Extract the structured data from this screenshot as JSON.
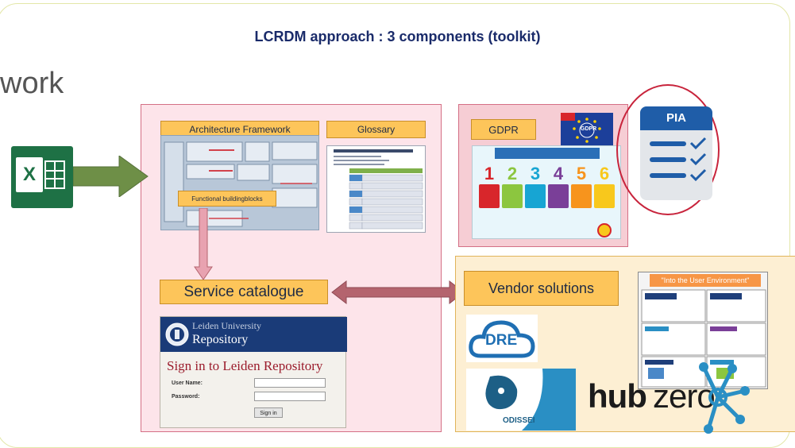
{
  "title": "LCRDM approach : 3 components (toolkit)",
  "partial_heading": "work",
  "excel_icon_letter": "X",
  "components": {
    "architecture_framework": "Architecture  Framework",
    "glossary": "Glossary",
    "gdpr": "GDPR",
    "pia": "PIA",
    "service_catalogue": "Service catalogue",
    "vendor_solutions": "Vendor solutions",
    "functional_buildingblocks": "Functional buildingblocks"
  },
  "repository": {
    "logo_line1": "Leiden University",
    "logo_line2": "Repository",
    "heading": "Sign in to Leiden Repository",
    "username_label": "User Name:",
    "password_label": "Password:",
    "signin_button": "Sign in"
  },
  "vendors": {
    "dre": "DRE",
    "odissei": "ODISSEI",
    "hubzero_hub": "hub",
    "hubzero_zero": "zero"
  },
  "hubzero_screenshot_banner": "\"Into the User Environment\"",
  "gdpr_steps": [
    "1",
    "2",
    "3",
    "4",
    "5",
    "6"
  ],
  "gdpr_step_colors": [
    "#d8262b",
    "#8cc63f",
    "#17a5d3",
    "#7a3f98",
    "#f7941d",
    "#f8c81c"
  ],
  "gdpr_badge": "GDPR",
  "colors": {
    "pink_fill": "#fde4ea",
    "pink_border": "#d46f85",
    "orange_label": "#fdc55a",
    "arrow_green": "#6e8f47",
    "arrow_red": "#b4646e",
    "pia_blue": "#1f5da8",
    "dre_blue": "#1f6fb3",
    "odissei_blue": "#2a8fc4"
  }
}
